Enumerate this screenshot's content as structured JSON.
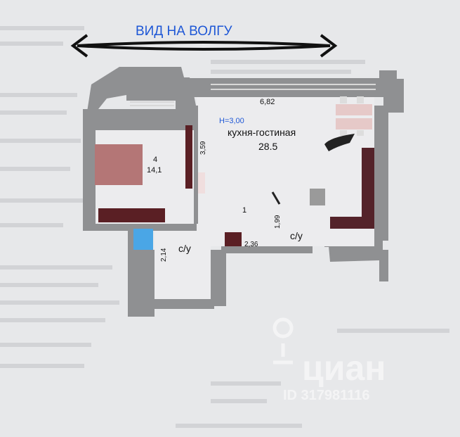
{
  "view_label": "ВИД НА ВОЛГУ",
  "dimensions": {
    "top_width": "6,82",
    "ceiling_height": "Н=3,00",
    "partition_length": "3,59",
    "corridor_length": "2,36",
    "bath1_length": "2,14",
    "bath2_length": "1,99"
  },
  "rooms": {
    "kitchen_living": {
      "name": "кухня-гостиная",
      "area": "28.5"
    },
    "bedroom": {
      "number": "4",
      "area": "14,1"
    },
    "hall": {
      "number": "1"
    },
    "bathroom1": {
      "name": "с/у"
    },
    "bathroom2": {
      "name": "с/у"
    }
  },
  "watermark": {
    "brand": "циан",
    "id": "ID 317981116"
  },
  "colors": {
    "wall": "#8f9092",
    "bed": "#b47676",
    "furniture": "#5a1f24",
    "kitchen_counter": "#54232a",
    "dining_table": "#e6c9c8",
    "bath_fixture": "#4aa6e6",
    "blue_text": "#1e57d6"
  }
}
